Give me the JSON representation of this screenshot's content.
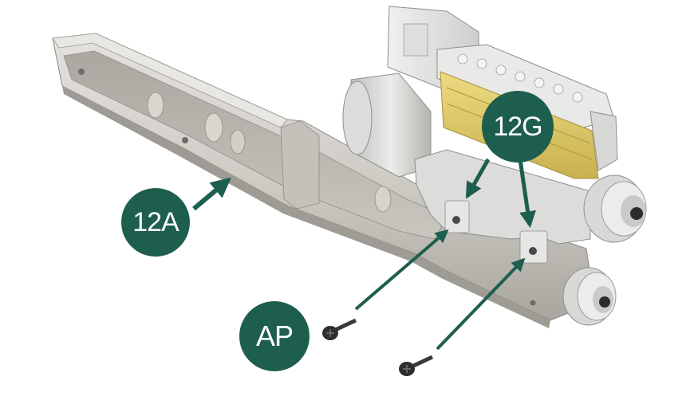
{
  "colors": {
    "callout": "#1e5e4e",
    "arrow": "#1e5e4e",
    "housing": "#cfccc6",
    "yellow_panel": "#e4cf6b"
  },
  "callouts": {
    "part_12a": "12A",
    "part_12g": "12G",
    "screws_ap": "AP"
  }
}
